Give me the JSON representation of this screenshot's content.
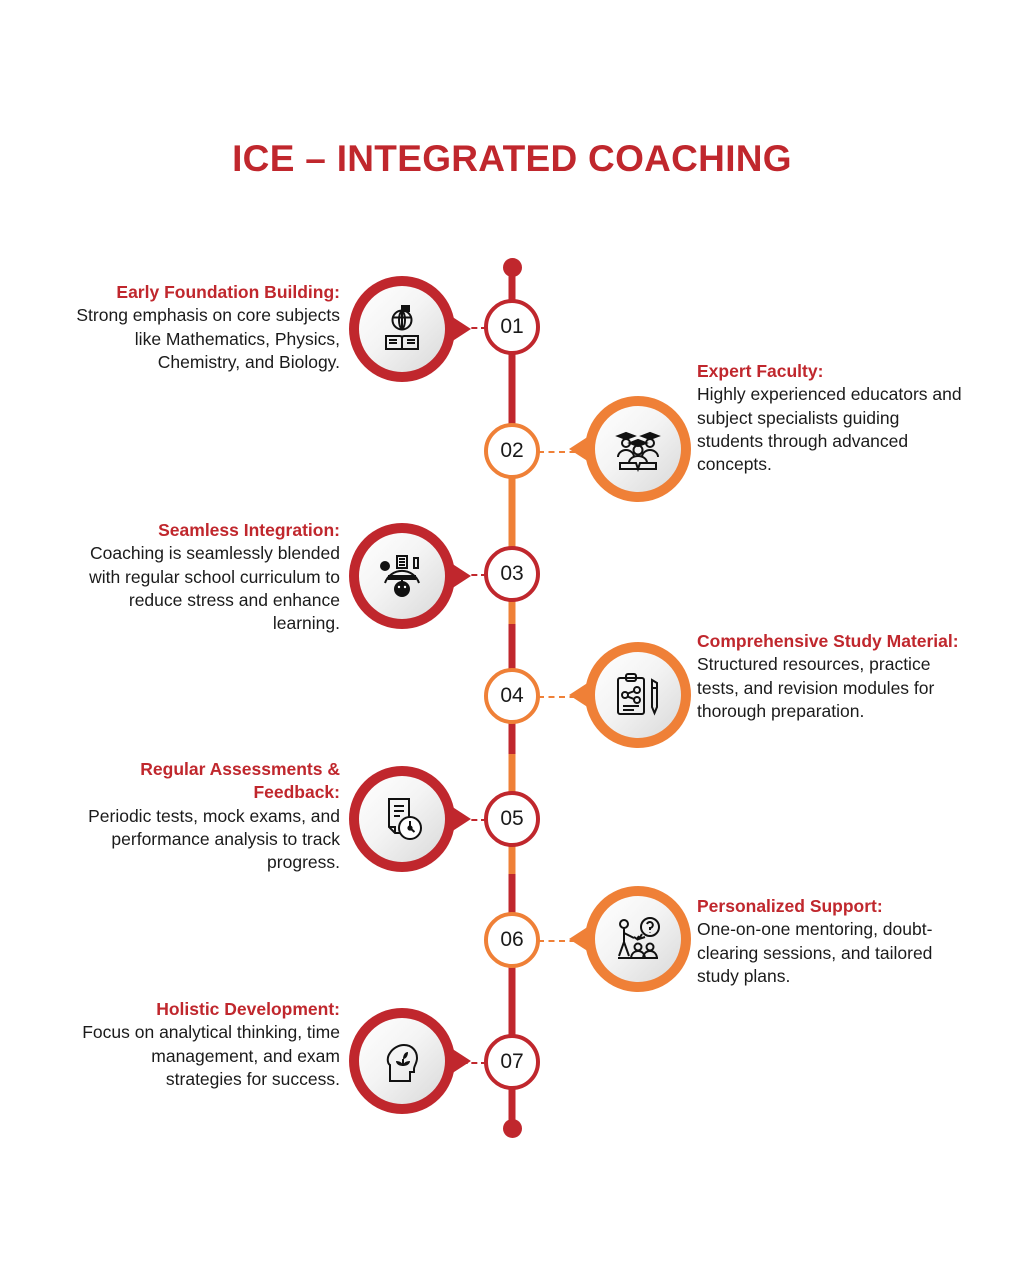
{
  "header": {
    "title": "ICE – INTEGRATED COACHING"
  },
  "colors": {
    "red": "#C0272D",
    "orange": "#EF8037",
    "text": "#1b1b1b",
    "background": "#ffffff"
  },
  "timeline": {
    "items": [
      {
        "number": "01",
        "side": "left",
        "accent": "red",
        "icon": "open-book-globe-icon",
        "title": "Early Foundation Building:",
        "body": "Strong emphasis on core subjects like Mathematics, Physics, Chemistry, and Biology."
      },
      {
        "number": "02",
        "side": "right",
        "accent": "orange",
        "icon": "graduates-group-icon",
        "title": "Expert Faculty:",
        "body": "Highly experienced educators and subject specialists guiding students through advanced concepts."
      },
      {
        "number": "03",
        "side": "left",
        "accent": "red",
        "icon": "student-learning-icon",
        "title": "Seamless Integration:",
        "body": "Coaching is seamlessly blended with regular school curriculum to reduce stress and enhance learning."
      },
      {
        "number": "04",
        "side": "right",
        "accent": "orange",
        "icon": "clipboard-pencil-icon",
        "title": "Comprehensive Study Material:",
        "body": "Structured resources, practice tests, and revision modules for thorough preparation."
      },
      {
        "number": "05",
        "side": "left",
        "accent": "red",
        "icon": "document-clock-icon",
        "title": "Regular Assessments & Feedback:",
        "body": "Periodic tests, mock exams, and performance analysis to track progress."
      },
      {
        "number": "06",
        "side": "right",
        "accent": "orange",
        "icon": "mentoring-question-icon",
        "title": "Personalized Support:",
        "body": "One-on-one mentoring, doubt-clearing sessions, and tailored study plans."
      },
      {
        "number": "07",
        "side": "left",
        "accent": "red",
        "icon": "head-growth-icon",
        "title": "Holistic Development:",
        "body": "Focus on analytical thinking, time management, and exam strategies for success."
      }
    ]
  }
}
